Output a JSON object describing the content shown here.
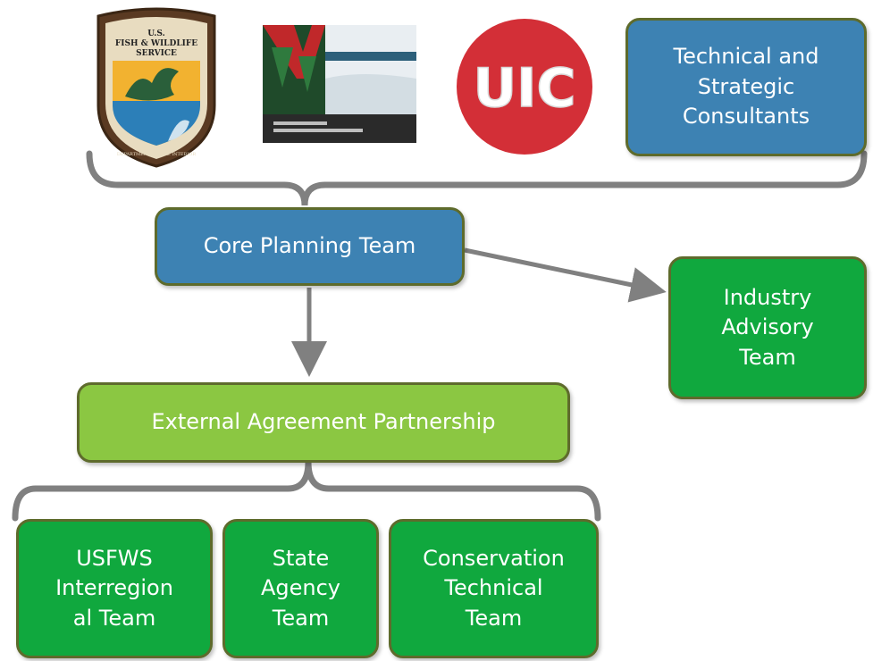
{
  "logos": [
    {
      "name": "usfws-logo",
      "icon": "usfws-shield-icon",
      "text_lines": [
        "U.S.",
        "FISH & WILDLIFE",
        "SERVICE"
      ],
      "ring_text": "DEPARTMENT OF THE INTERIOR"
    },
    {
      "name": "wisconsin-dnr-logo",
      "icon": "wisconsin-dnr-icon"
    },
    {
      "name": "uic-logo",
      "icon": "uic-circle-icon",
      "text": "UIC"
    }
  ],
  "boxes": {
    "technical_consultants": "Technical and\nStrategic\nConsultants",
    "core_planning_team": "Core Planning Team",
    "industry_advisory_team": "Industry\nAdvisory\nTeam",
    "external_agreement_partnership": "External Agreement Partnership",
    "usfws_interregional_team": "USFWS\nInterregion\nal Team",
    "state_agency_team": "State\nAgency\nTeam",
    "conservation_technical_team": "Conservation\nTechnical\nTeam"
  },
  "colors": {
    "blue_box": "#3d82b3",
    "green_box": "#10a83e",
    "lime_box": "#8bc742",
    "box_border": "#5e6b2c",
    "connector": "#808080"
  }
}
